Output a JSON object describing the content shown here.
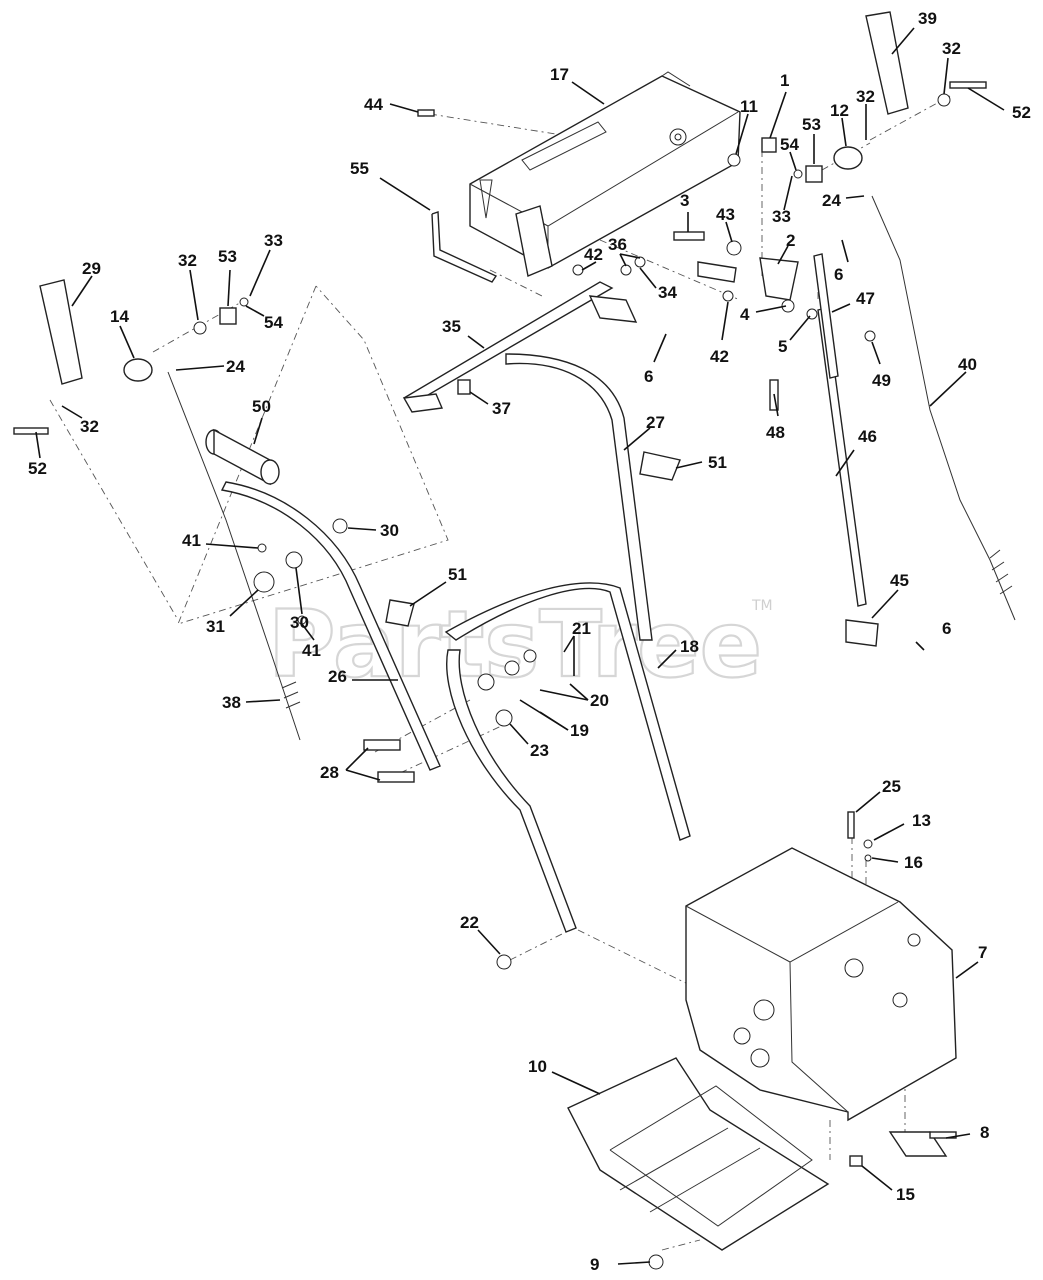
{
  "watermark": {
    "text": "PartsTree",
    "trademark": "TM"
  },
  "part_numbers": [
    "1",
    "2",
    "3",
    "4",
    "5",
    "6",
    "7",
    "8",
    "9",
    "10",
    "11",
    "12",
    "13",
    "14",
    "15",
    "16",
    "17",
    "18",
    "19",
    "20",
    "21",
    "22",
    "23",
    "24",
    "25",
    "26",
    "27",
    "28",
    "29",
    "30",
    "31",
    "32",
    "33",
    "34",
    "35",
    "36",
    "37",
    "38",
    "39",
    "40",
    "41",
    "42",
    "43",
    "44",
    "45",
    "46",
    "47",
    "48",
    "49",
    "50",
    "51",
    "52",
    "53",
    "54",
    "55"
  ],
  "colors": {
    "line": "#222222",
    "watermark": "#d6d6d6",
    "background": "#ffffff"
  }
}
